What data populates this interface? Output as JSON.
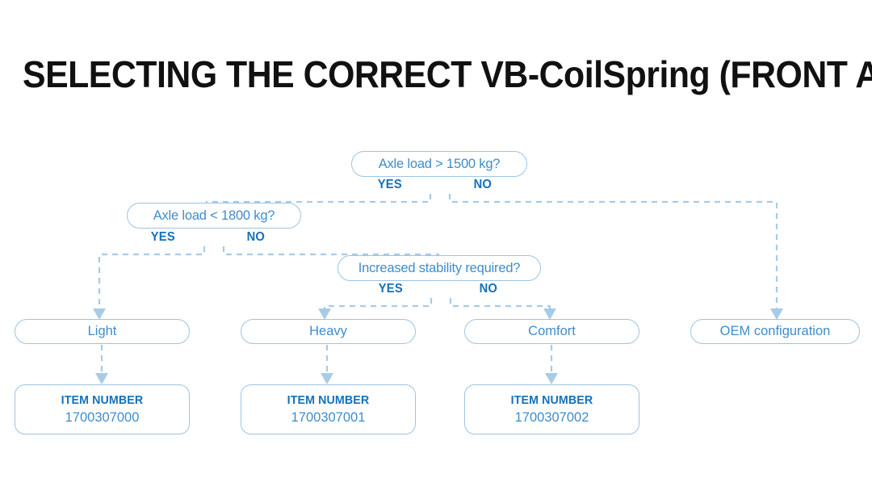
{
  "page": {
    "title": "SELECTING THE CORRECT VB-CoilSpring (FRONT AXLE)",
    "background": "#ffffff"
  },
  "colors": {
    "node_text": "#3f8ccb",
    "node_border": "#9dc4e2",
    "branch_label": "#1371bd",
    "wire": "#a8cbe6",
    "title": "#111111"
  },
  "chart_data": {
    "type": "diagram",
    "title": "SELECTING THE CORRECT VB-CoilSpring (FRONT AXLE)",
    "nodes": [
      {
        "id": "d1",
        "kind": "decision",
        "label": "Axle load > 1500 kg?"
      },
      {
        "id": "d2",
        "kind": "decision",
        "label": "Axle load < 1800 kg?"
      },
      {
        "id": "d3",
        "kind": "decision",
        "label": "Increased stability required?"
      },
      {
        "id": "r1",
        "kind": "result",
        "label": "Light"
      },
      {
        "id": "r2",
        "kind": "result",
        "label": "Heavy"
      },
      {
        "id": "r3",
        "kind": "result",
        "label": "Comfort"
      },
      {
        "id": "r4",
        "kind": "result",
        "label": "OEM configuration"
      },
      {
        "id": "i1",
        "kind": "item",
        "label": "ITEM NUMBER",
        "value": "1700307000"
      },
      {
        "id": "i2",
        "kind": "item",
        "label": "ITEM NUMBER",
        "value": "1700307001"
      },
      {
        "id": "i3",
        "kind": "item",
        "label": "ITEM NUMBER",
        "value": "1700307002"
      }
    ],
    "edges": [
      {
        "from": "d1",
        "to": "d2",
        "label": "YES"
      },
      {
        "from": "d1",
        "to": "r4",
        "label": "NO"
      },
      {
        "from": "d2",
        "to": "r1",
        "label": "YES"
      },
      {
        "from": "d2",
        "to": "d3",
        "label": "NO"
      },
      {
        "from": "d3",
        "to": "r2",
        "label": "YES"
      },
      {
        "from": "d3",
        "to": "r3",
        "label": "NO"
      },
      {
        "from": "r1",
        "to": "i1",
        "label": ""
      },
      {
        "from": "r2",
        "to": "i2",
        "label": ""
      },
      {
        "from": "r3",
        "to": "i3",
        "label": ""
      }
    ]
  },
  "decisions": {
    "d1": {
      "text": "Axle load > 1500 kg?",
      "yes": "YES",
      "no": "NO"
    },
    "d2": {
      "text": "Axle load < 1800 kg?",
      "yes": "YES",
      "no": "NO"
    },
    "d3": {
      "text": "Increased stability required?",
      "yes": "YES",
      "no": "NO"
    }
  },
  "results": {
    "light": "Light",
    "heavy": "Heavy",
    "comfort": "Comfort",
    "oem": "OEM configuration"
  },
  "items": [
    {
      "label": "ITEM NUMBER",
      "value": "1700307000"
    },
    {
      "label": "ITEM NUMBER",
      "value": "1700307001"
    },
    {
      "label": "ITEM NUMBER",
      "value": "1700307002"
    }
  ]
}
